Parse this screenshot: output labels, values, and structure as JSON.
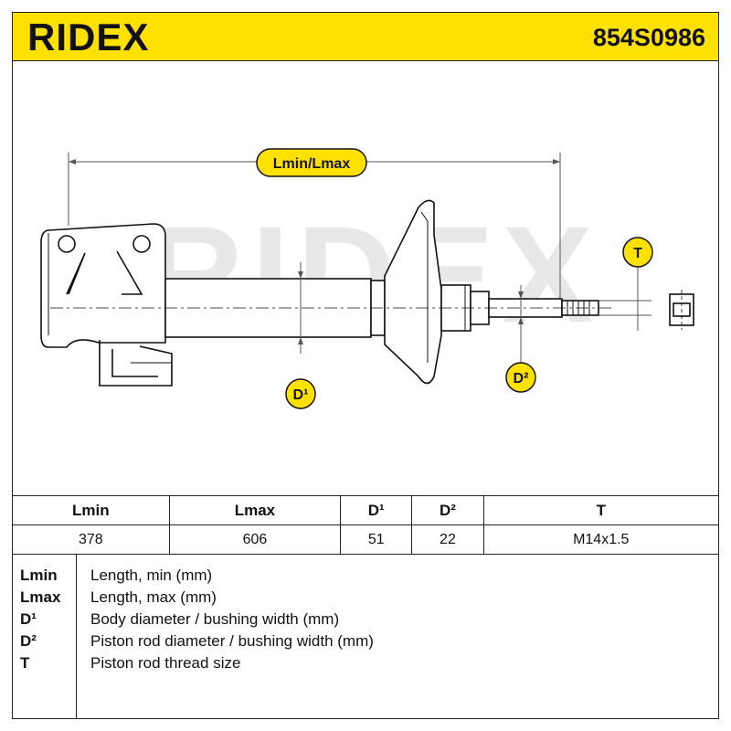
{
  "brand": "RIDEX",
  "part_number": "854S0986",
  "diagram": {
    "watermark": "RIDEX",
    "callouts": {
      "length": "Lmin/Lmax",
      "d1": "D¹",
      "d2": "D²",
      "t": "T"
    }
  },
  "spec_table": {
    "headers": [
      "Lmin",
      "Lmax",
      "D¹",
      "D²",
      "T"
    ],
    "values": [
      "378",
      "606",
      "51",
      "22",
      "M14x1.5"
    ]
  },
  "legend": [
    {
      "key": "Lmin",
      "desc": "Length, min (mm)"
    },
    {
      "key": "Lmax",
      "desc": "Length, max (mm)"
    },
    {
      "key": "D¹",
      "desc": "Body diameter / bushing width (mm)"
    },
    {
      "key": "D²",
      "desc": "Piston rod diameter / bushing width (mm)"
    },
    {
      "key": "T",
      "desc": "Piston rod thread size"
    }
  ],
  "colors": {
    "accent": "#ffe100",
    "ink": "#111111",
    "watermark": "#e6e6e6"
  }
}
